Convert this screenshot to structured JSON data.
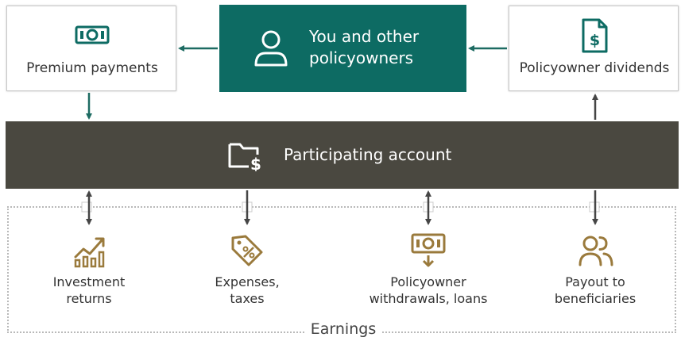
{
  "colors": {
    "teal": "#0d6b63",
    "dark_band": "#4a4840",
    "gold": "#9a7a3c",
    "dark_text": "#333333",
    "arrow_teal": "#1d6b62",
    "arrow_dark": "#454545"
  },
  "top": {
    "premium": {
      "label": "Premium payments",
      "icon": "cash-icon"
    },
    "policyowners": {
      "label_line1": "You and other",
      "label_line2": "policyowners",
      "icon": "person-icon"
    },
    "dividends": {
      "label": "Policyowner dividends",
      "icon": "dollar-document-icon"
    }
  },
  "band": {
    "label": "Participating account",
    "icon": "folder-dollar-icon"
  },
  "earnings": {
    "label": "Earnings",
    "items": [
      {
        "line1": "Investment",
        "line2": "returns",
        "icon": "growth-chart-icon"
      },
      {
        "line1": "Expenses,",
        "line2": "taxes",
        "icon": "price-tag-icon"
      },
      {
        "line1": "Policyowner",
        "line2": "withdrawals, loans",
        "icon": "cash-withdraw-icon"
      },
      {
        "line1": "Payout to",
        "line2": "beneficiaries",
        "icon": "people-icon"
      }
    ]
  }
}
